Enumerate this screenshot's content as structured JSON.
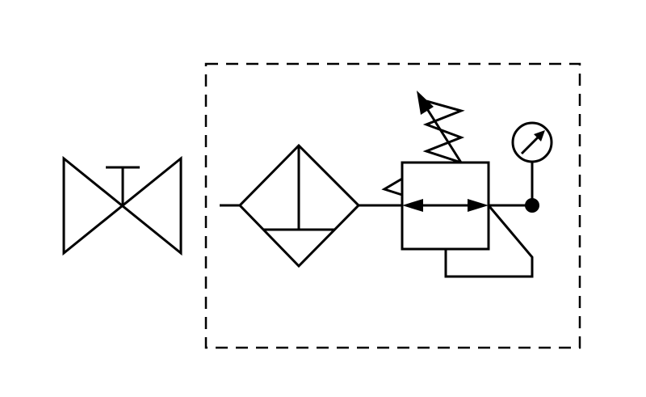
{
  "diagram": {
    "kind": "pneumatic-schematic",
    "components": [
      {
        "id": "shutoff-valve",
        "symbol": "manual-valve-with-t-handle"
      },
      {
        "id": "filter",
        "symbol": "filter-with-manual-drain"
      },
      {
        "id": "pressure-regulator",
        "symbol": "adjustable-spring-regulator"
      },
      {
        "id": "pressure-gauge",
        "symbol": "gauge"
      }
    ],
    "grouping": "dashed-assembly-boundary",
    "colors": {
      "line": "#000000",
      "background": "#ffffff"
    }
  }
}
